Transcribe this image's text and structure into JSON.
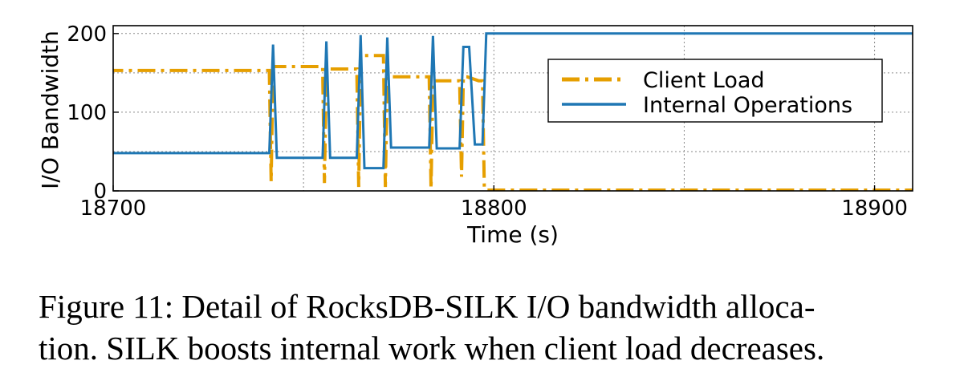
{
  "chart_data": {
    "type": "line",
    "xlabel": "Time (s)",
    "ylabel": "I/O Bandwidth",
    "xlim": [
      18700,
      18910
    ],
    "ylim": [
      0,
      210
    ],
    "xticks": [
      18700,
      18800,
      18900
    ],
    "yticks": [
      0,
      100,
      200
    ],
    "grid": true,
    "legend_position": "upper-right",
    "series": [
      {
        "name": "Client Load",
        "color": "#e69f00",
        "style": "dash-dot",
        "x": [
          18698,
          18741,
          18741.5,
          18742,
          18743,
          18755,
          18755.5,
          18756,
          18764,
          18764.5,
          18765,
          18766,
          18771,
          18771.5,
          18772,
          18772.5,
          18773,
          18783,
          18783.5,
          18784,
          18785,
          18791,
          18791.5,
          18792,
          18793,
          18796,
          18797,
          18797.5,
          18798,
          18910
        ],
        "y": [
          153,
          153,
          12,
          158,
          158,
          158,
          10,
          155,
          155,
          5,
          172,
          172,
          172,
          5,
          145,
          145,
          145,
          145,
          3,
          140,
          140,
          140,
          18,
          145,
          145,
          140,
          140,
          3,
          1,
          1
        ]
      },
      {
        "name": "Internal Operations",
        "color": "#1f77b4",
        "style": "solid",
        "x": [
          18698,
          18741,
          18742,
          18743,
          18755,
          18756,
          18757,
          18764,
          18765,
          18766,
          18771,
          18772,
          18773,
          18783,
          18784,
          18785,
          18791,
          18792,
          18793.5,
          18795,
          18796,
          18797,
          18798,
          18910
        ],
        "y": [
          48,
          48,
          186,
          42,
          42,
          190,
          42,
          42,
          198,
          29,
          29,
          195,
          55,
          55,
          197,
          54,
          54,
          183,
          183,
          59,
          59,
          59,
          200,
          200
        ]
      }
    ]
  },
  "caption": {
    "line1": "Figure 11: Detail of RocksDB-SILK I/O bandwidth alloca-",
    "line2": "tion. SILK boosts internal work when client load decreases."
  }
}
